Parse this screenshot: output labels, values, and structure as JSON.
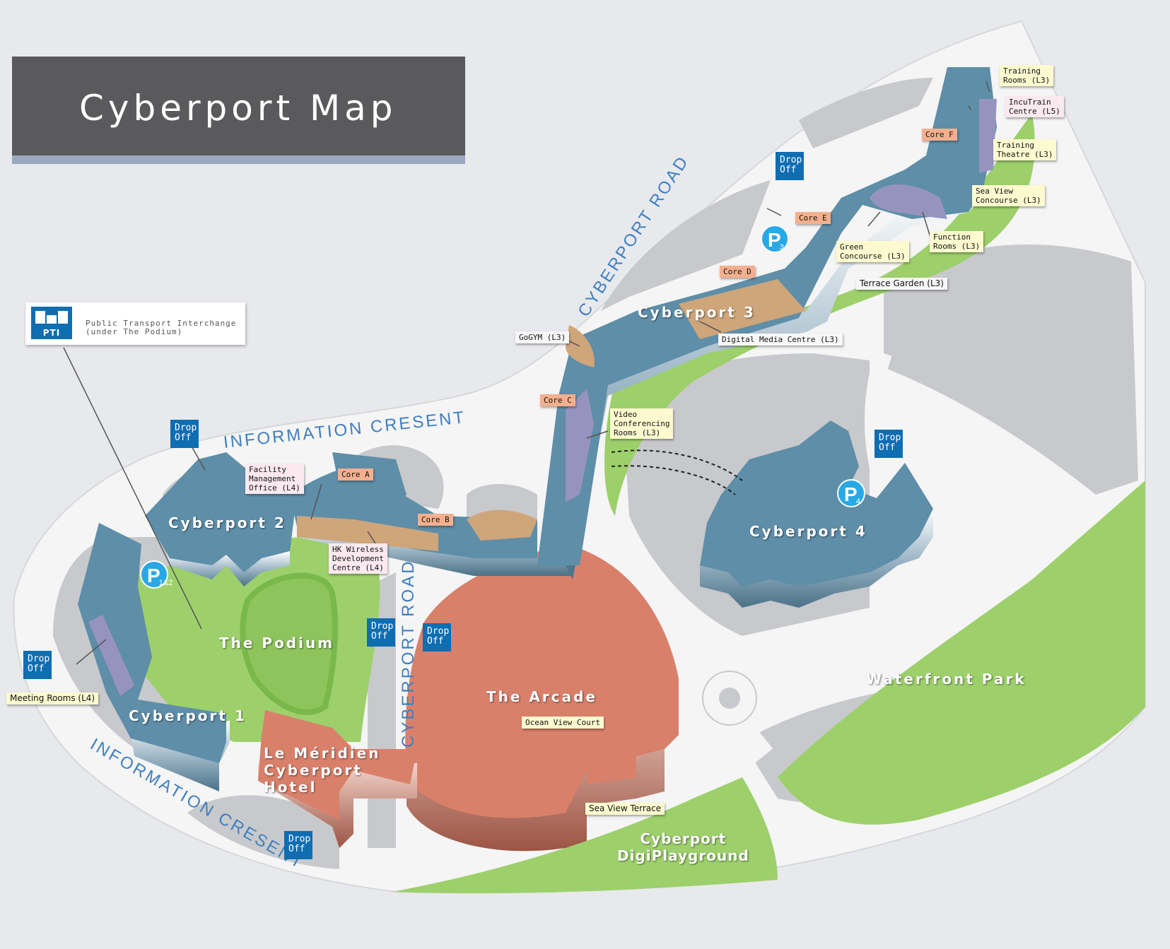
{
  "title": "Cyberport Map",
  "pti": {
    "icon_name": "public-transport-icon",
    "icon_label": "PTI",
    "text": "Public Transport Interchange\n(under The Podium)"
  },
  "roads": {
    "info_crescent_top": "INFORMATION CRESENT",
    "info_crescent_bottom": "INFORMATION CRESENT",
    "cyberport_road_upper": "CYBERPORT ROAD",
    "cyberport_road_lower": "CYBERPORT ROAD"
  },
  "buildings": {
    "cyberport1": "Cyberport 1",
    "cyberport2": "Cyberport 2",
    "cyberport3": "Cyberport 3",
    "cyberport4": "Cyberport 4",
    "podium": "The Podium",
    "arcade": "The Arcade",
    "hotel": "Le Méridien\nCyberport\nHotel",
    "waterfront": "Waterfront Park",
    "digiplayground": "Cyberport\nDigiPlayground"
  },
  "labels": {
    "training_rooms": "Training\nRooms (L3)",
    "incutrain": "IncuTrain\nCentre (L5)",
    "core_f": "Core F",
    "training_theatre": "Training\nTheatre (L3)",
    "sea_view_concourse": "Sea View\nConcourse (L3)",
    "core_e": "Core E",
    "function_rooms": "Function\nRooms (L3)",
    "green_concourse": "Green\nConcourse (L3)",
    "terrace_garden": "Terrace Garden (L3)",
    "core_d": "Core D",
    "digital_media": "Digital Media Centre (L3)",
    "gogym": "GoGYM (L3)",
    "core_c": "Core C",
    "video_conf": "Video\nConferencing\nRooms (L3)",
    "facility_mgmt": "Facility\nManagement\nOffice (L4)",
    "core_a": "Core A",
    "core_b": "Core B",
    "hk_wireless": "HK Wireless\nDevelopment\nCentre (L4)",
    "meeting_rooms": "Meeting Rooms (L4)",
    "ocean_view": "Ocean View Court",
    "sea_view_terrace": "Sea View Terrace"
  },
  "drop_off": "Drop\nOff",
  "parking": {
    "p12": {
      "letter": "P",
      "sub": "1&2"
    },
    "p3": {
      "letter": "P",
      "sub": "3"
    },
    "p4": {
      "letter": "P",
      "sub": "4"
    }
  },
  "colors": {
    "building_blue": "#5e8ea8",
    "green": "#9dd06b",
    "arcade": "#d9806a",
    "road": "#f5f5f5",
    "grey_area": "#c8c9cc",
    "purple": "#9793bf",
    "tan": "#cfa57a",
    "drop_off": "#0f6db2",
    "parking": "#29a8e6"
  }
}
